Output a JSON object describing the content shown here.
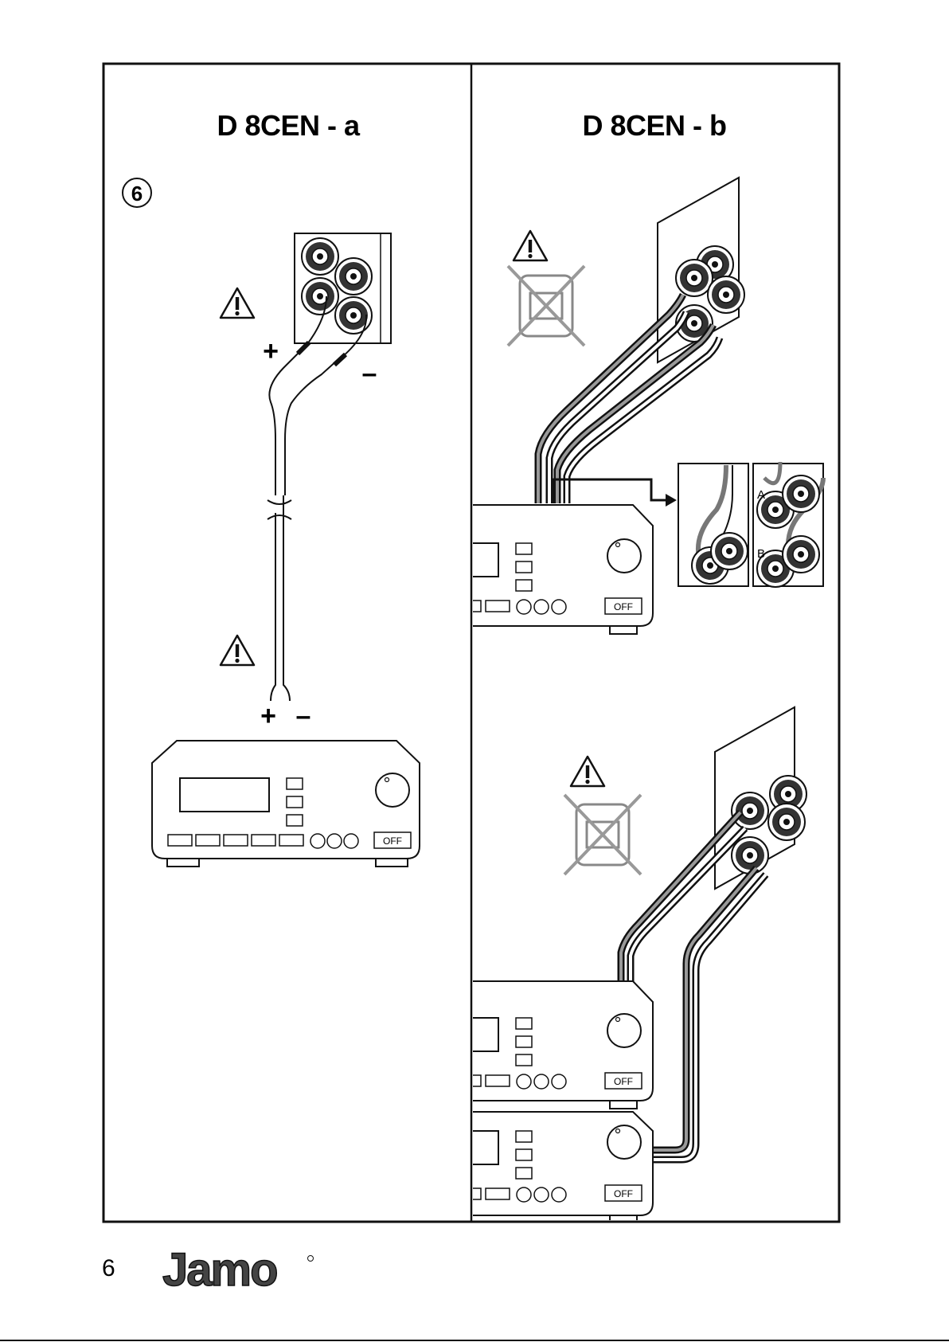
{
  "panels": {
    "left": {
      "title": "D 8CEN - a",
      "step": "6",
      "plus": "+",
      "minus": "–",
      "plus2": "+",
      "minus2": "–",
      "amp_off": "OFF"
    },
    "right": {
      "title": "D 8CEN - b",
      "detail_a": "A",
      "detail_b": "B",
      "amp1_off": "OFF",
      "amp2_off": "OFF",
      "amp3_off": "OFF"
    }
  },
  "footer": {
    "page_number": "6",
    "logo": "Jamo"
  }
}
